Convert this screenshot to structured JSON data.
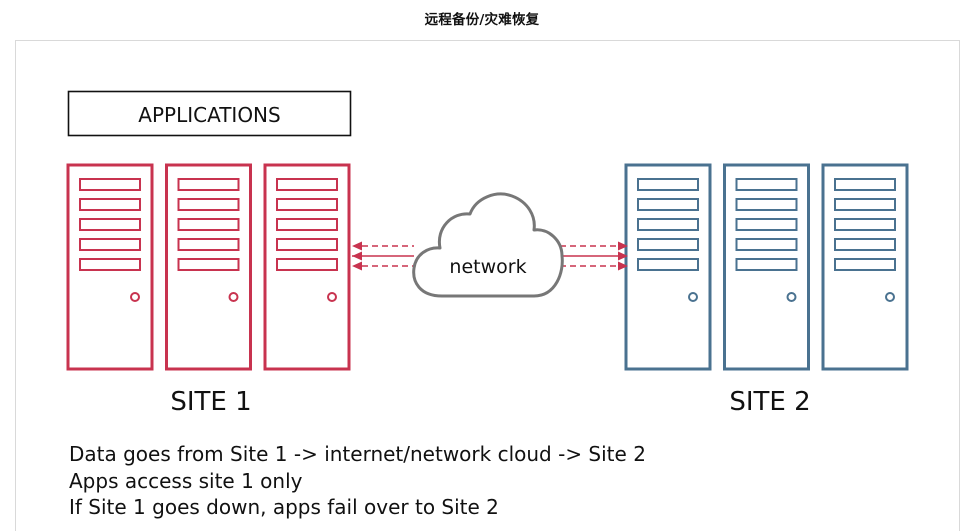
{
  "title": "远程备份/灾难恢复",
  "applications_label": "APPLICATIONS",
  "network_label": "network",
  "site1": {
    "label": "SITE 1",
    "color": "#c8334f",
    "server_count": 3
  },
  "site2": {
    "label": "SITE 2",
    "color": "#4a7290",
    "server_count": 3
  },
  "cloud_color": "#777777",
  "notes": [
    "Data goes from Site 1 -> internet/network cloud -> Site 2",
    "Apps access site 1 only",
    "If Site 1 goes down, apps fail over to Site 2"
  ]
}
